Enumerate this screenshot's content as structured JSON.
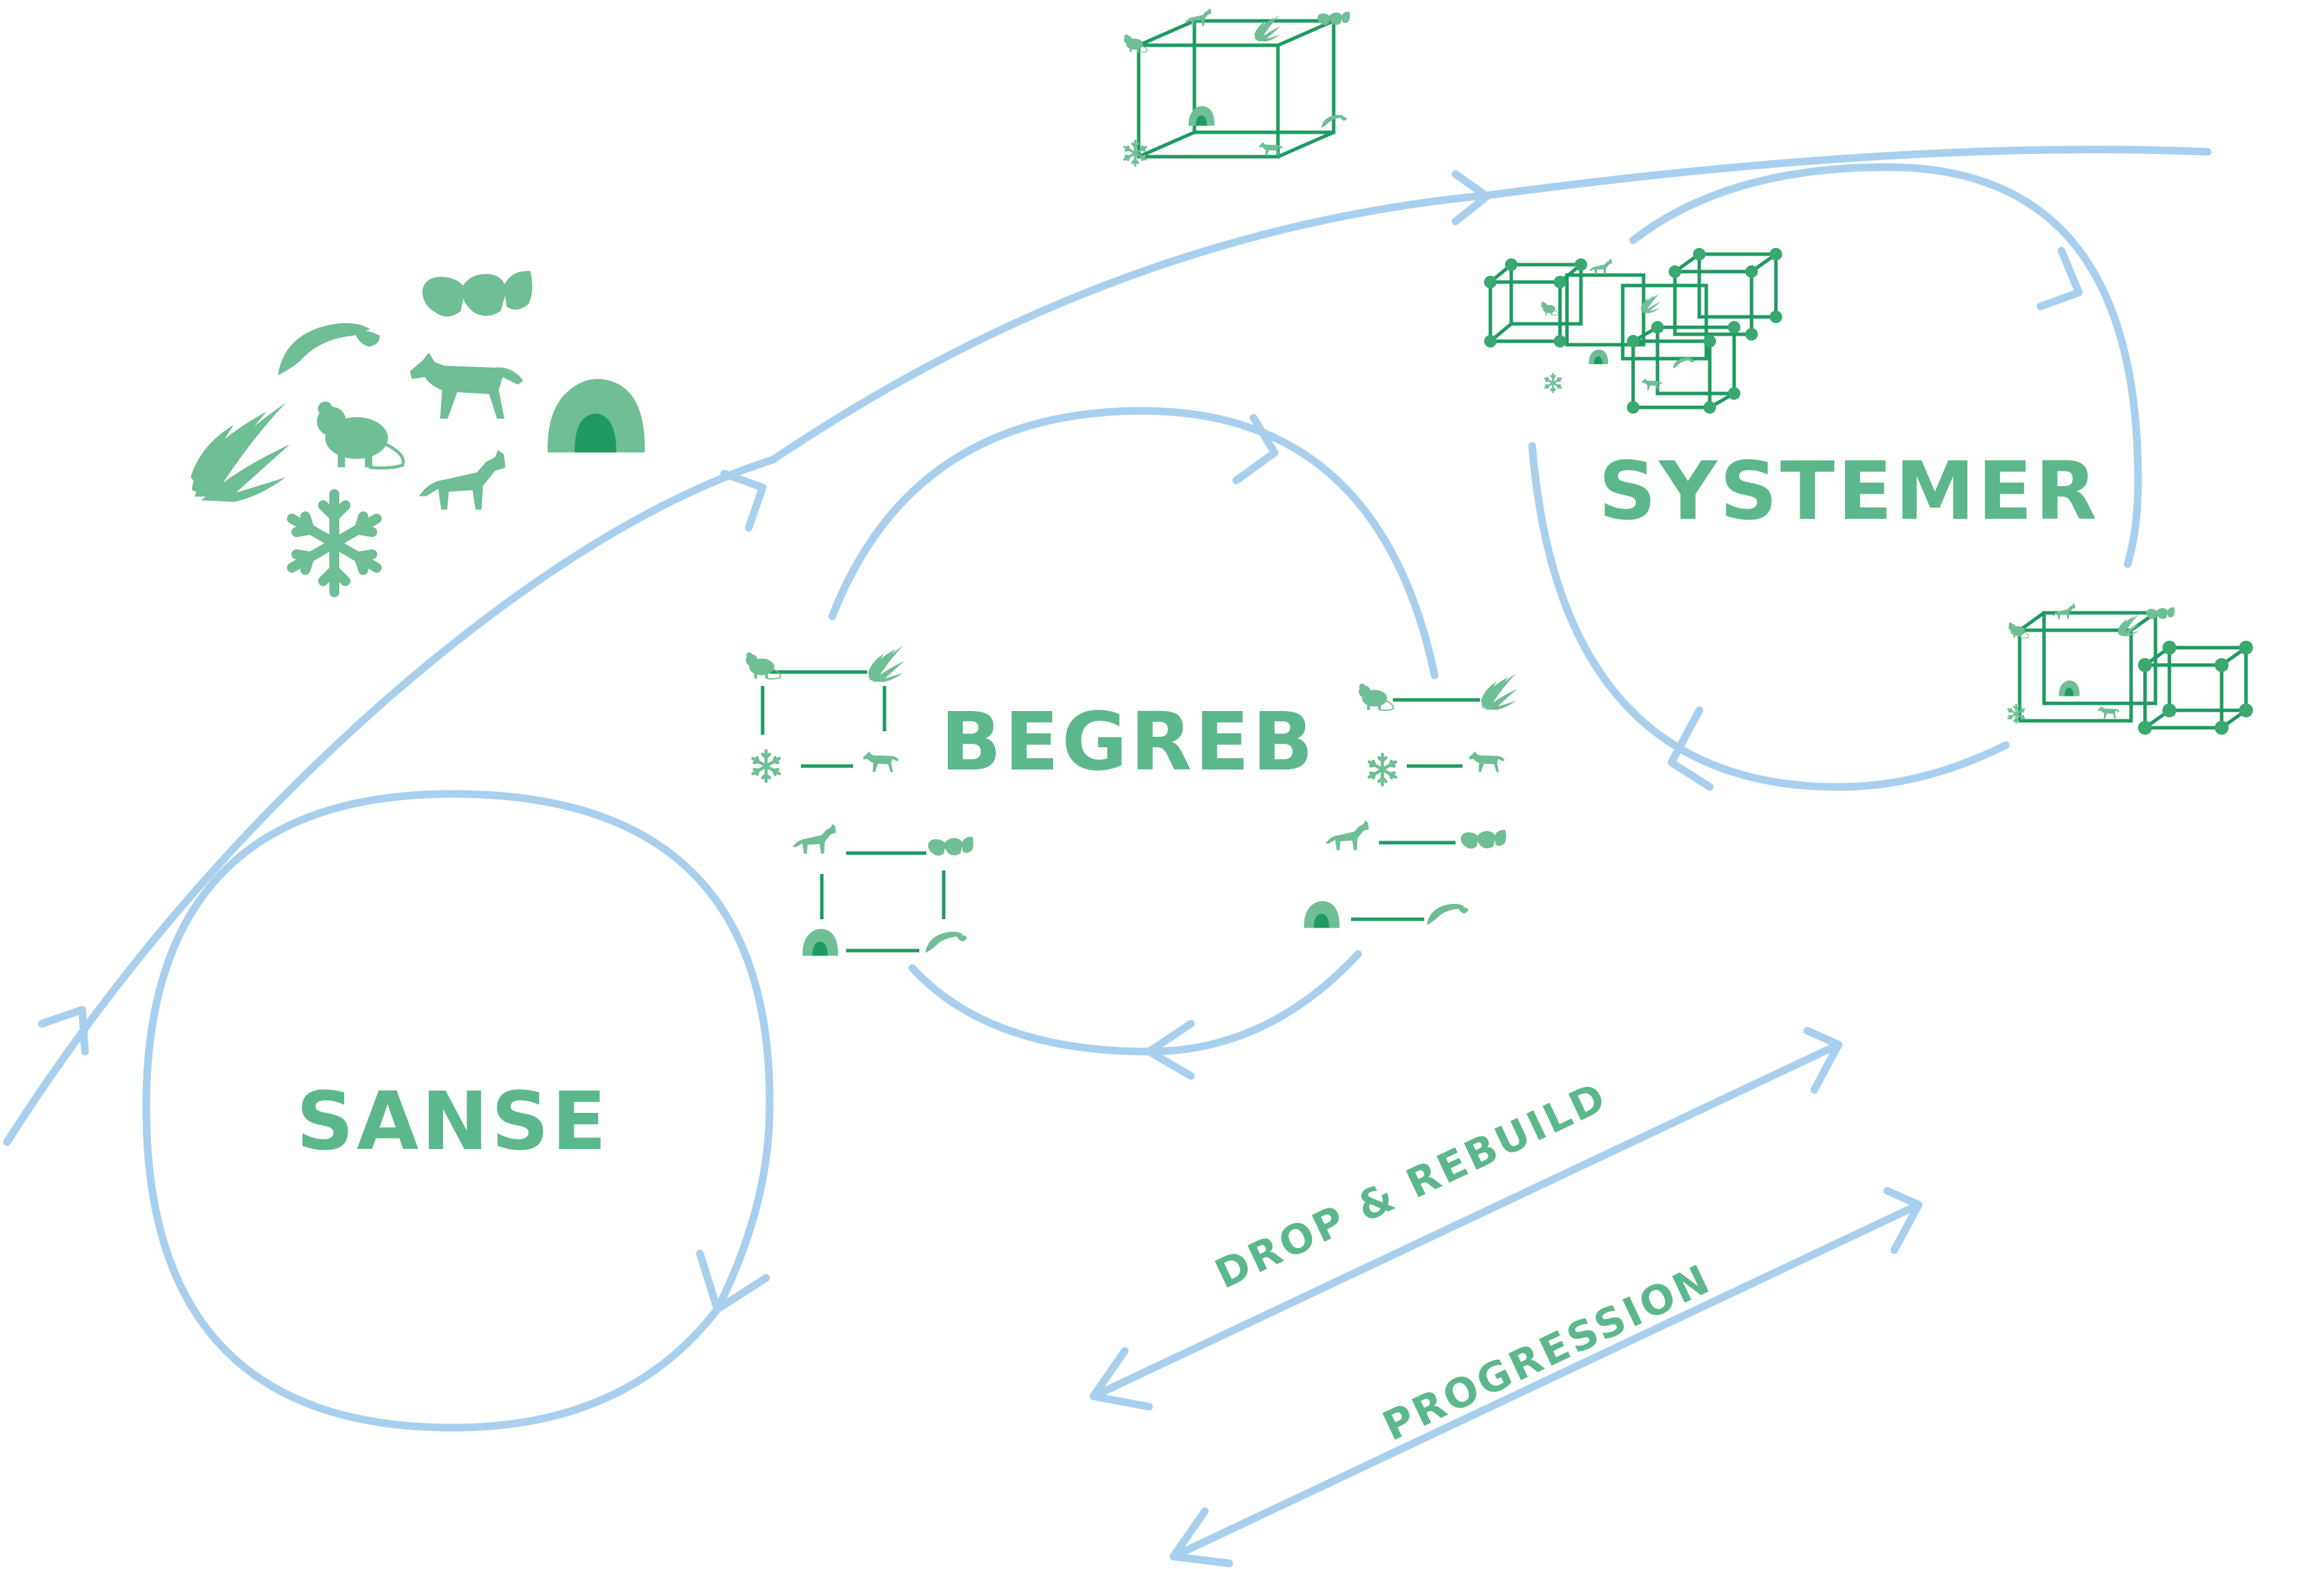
{
  "labels": {
    "sanse": "SANSE",
    "begreb": "BEGREB",
    "systemer": "SYSTEMER",
    "drop_rebuild": "DROP & REBUILD",
    "progression": "PROGRESSION"
  },
  "colors": {
    "arrow_blue": "#a8d0ee",
    "label_green": "#5cb88c",
    "icon_green": "#6fbe95",
    "network_green": "#1e9a62"
  },
  "icons": {
    "cluster": [
      "crow-icon",
      "bird-heads-icon",
      "rat-icon",
      "wolf-icon",
      "cave-icon",
      "grass-icon",
      "fox-icon",
      "snowflake-icon"
    ]
  }
}
